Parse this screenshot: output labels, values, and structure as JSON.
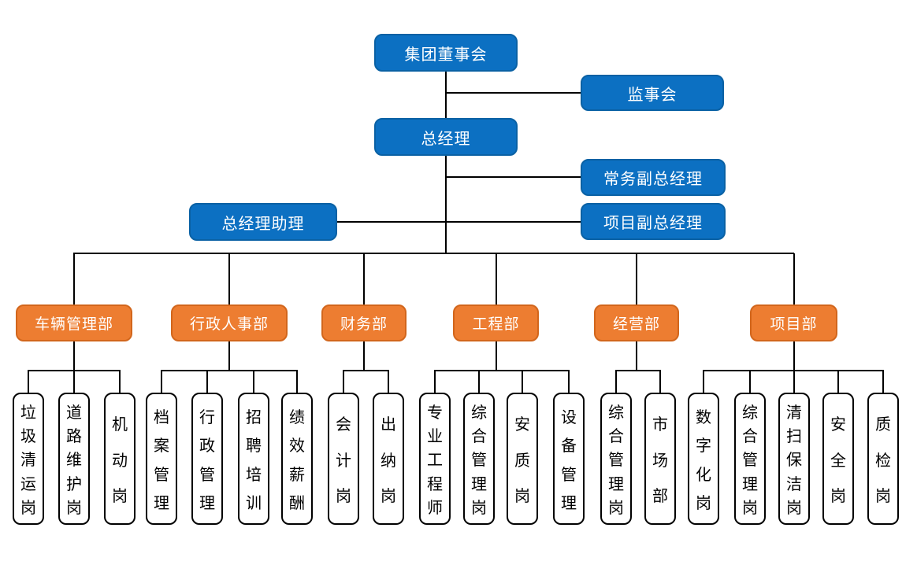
{
  "nodes": {
    "board": "集团董事会",
    "supervisory_board": "监事会",
    "general_manager": "总经理",
    "executive_deputy_gm": "常务副总经理",
    "gm_assistant": "总经理助理",
    "project_deputy_gm": "项目副总经理"
  },
  "departments": [
    {
      "label": "车辆管理部",
      "children": [
        "垃圾清运岗",
        "道路维护岗",
        "机动岗"
      ]
    },
    {
      "label": "行政人事部",
      "children": [
        "档案管理",
        "行政管理",
        "招聘培训",
        "绩效薪酬"
      ]
    },
    {
      "label": "财务部",
      "children": [
        "会计岗",
        "出纳岗"
      ]
    },
    {
      "label": "工程部",
      "children": [
        "专业工程师",
        "综合管理岗",
        "安质岗",
        "设备管理"
      ]
    },
    {
      "label": "经营部",
      "children": [
        "综合管理岗",
        "市场部"
      ]
    },
    {
      "label": "项目部",
      "children": [
        "数字化岗",
        "综合管理岗",
        "清扫保洁岗",
        "安全岗",
        "质检岗"
      ]
    }
  ],
  "colors": {
    "blue": "#0C70C2",
    "blue_border": "#0A61A4",
    "orange": "#ED7D31",
    "orange_border": "#D2661C",
    "line": "#000000",
    "child_border": "#000000",
    "text_light": "#FFFFFF",
    "text_dark": "#000000"
  }
}
